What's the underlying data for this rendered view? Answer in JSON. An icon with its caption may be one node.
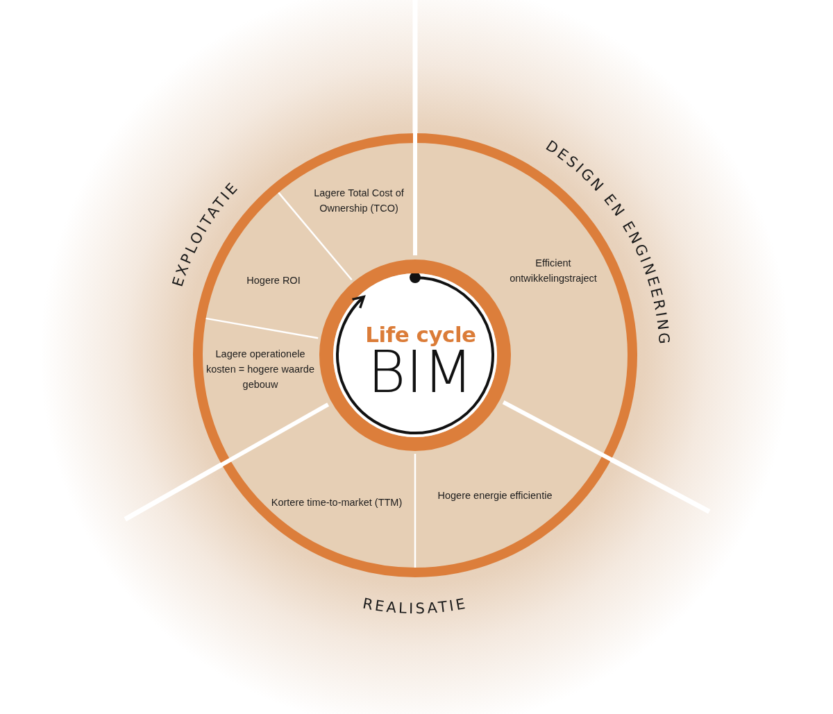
{
  "diagram": {
    "nodes": [
      {
        "text": [
          "Life cycle",
          "BIM"
        ]
      },
      {
        "text": [
          "Lagere Total Cost of Ownership (TCO)"
        ]
      },
      {
        "text": [
          "Efficient ontwikkelingstraject"
        ]
      },
      {
        "text": [
          "Hogere ROI"
        ]
      },
      {
        "text": [
          "Lagere operationele kosten = hogere waarde gebouw"
        ]
      },
      {
        "text": [
          "Kortere time-to-market (TTM)"
        ]
      },
      {
        "text": [
          "Hogere energie efficientie"
        ]
      }
    ],
    "labels": [
      "DESIGN EN ENGINEERING",
      "EXPLOITATIE",
      "REALISATIE"
    ]
  }
}
